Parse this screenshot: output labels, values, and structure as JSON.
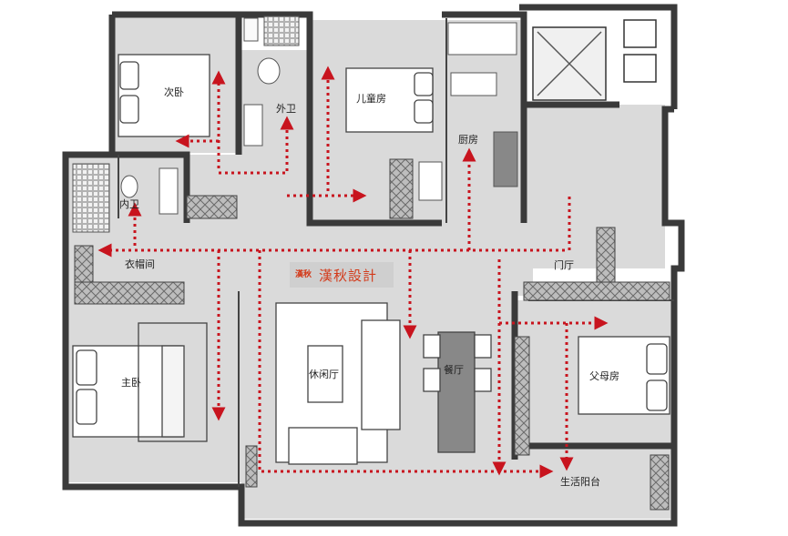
{
  "rooms": {
    "second_bedroom": "次卧",
    "guest_bath": "外卫",
    "kids_room": "儿童房",
    "kitchen": "厨房",
    "inner_bath": "内卫",
    "closet": "衣帽间",
    "foyer": "门厅",
    "lounge": "休闲厅",
    "dining": "餐厅",
    "master_bedroom": "主卧",
    "parents_room": "父母房",
    "utility_balcony": "生活阳台"
  },
  "watermark": {
    "stamp": "漢秋",
    "text": "漢秋設計"
  },
  "colors": {
    "wall": "#3a3a3a",
    "floor": "#dadada",
    "route": "#c8141e",
    "brand": "#d33a1a"
  }
}
